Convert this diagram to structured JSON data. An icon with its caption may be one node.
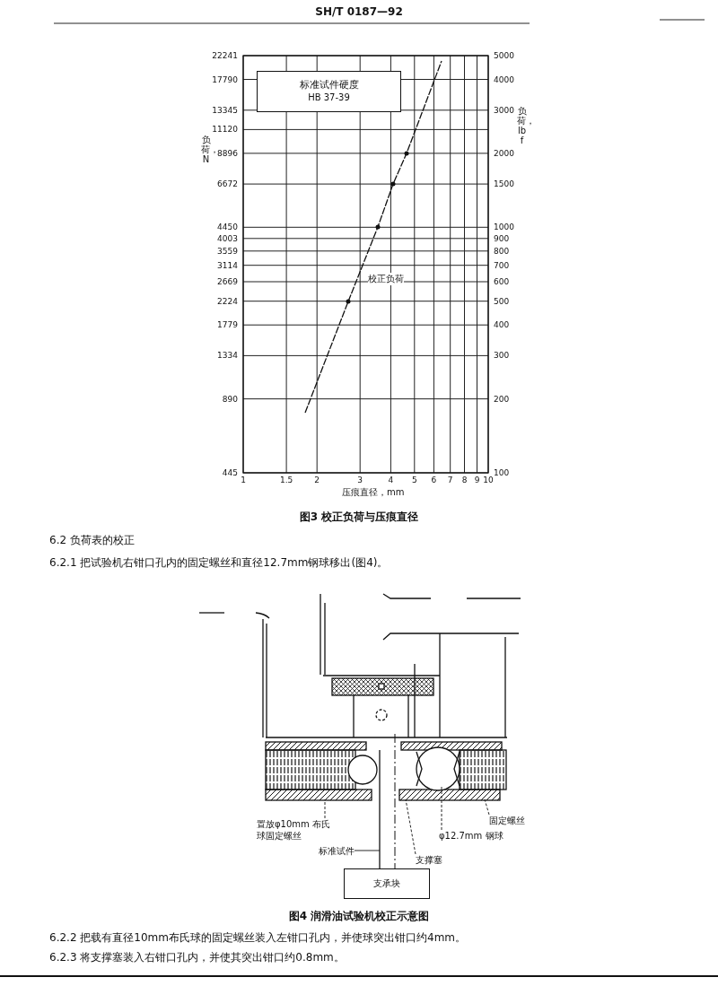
{
  "diagram": {
    "nodes": [
      {
        "text": [
          "标准试件硬度",
          "HB 37-39"
        ]
      },
      {
        "text": [
          "置放φ10mm 布氏球固定螺丝"
        ]
      },
      {
        "text": [
          "标准试件"
        ]
      },
      {
        "text": [
          "支撑塞"
        ]
      },
      {
        "text": [
          "φ12.7mm 钢球"
        ]
      },
      {
        "text": [
          "固定螺丝"
        ]
      },
      {
        "text": [
          "支承块"
        ]
      }
    ],
    "edges": [
      {
        "from": 1,
        "to": null,
        "arrow": "none",
        "style": "dashed"
      },
      {
        "from": 2,
        "to": null,
        "arrow": "none"
      },
      {
        "from": 3,
        "to": null,
        "arrow": "none",
        "style": "dashed"
      },
      {
        "from": 4,
        "to": null,
        "arrow": "none",
        "style": "dashed"
      },
      {
        "from": 5,
        "to": null,
        "arrow": "none",
        "style": "dashed"
      }
    ],
    "labels": [
      "SH/T 0187—92",
      "负荷，N",
      "负荷，lbf",
      "22241",
      "17790",
      "13345",
      "11120",
      "8896",
      "6672",
      "4450",
      "4003",
      "3559",
      "3114",
      "2669",
      "2224",
      "1779",
      "1334",
      "890",
      "445",
      "5000",
      "4000",
      "3000",
      "2000",
      "1500",
      "1000",
      "900",
      "800",
      "700",
      "600",
      "500",
      "400",
      "300",
      "200",
      "100",
      "校正负荷",
      "1",
      "1.5",
      "2",
      "3",
      "4",
      "5",
      "6",
      "7",
      "8",
      "9",
      "10",
      "压痕直径，mm",
      "图3 校正负荷与压痕直径",
      "6.2 负荷表的校正",
      "6.2.1 把试验机右钳口孔内的固定螺丝和直径12.7mm钢球移出(图4)。",
      "图4 润滑油试验机校正示意图",
      "6.2.2 把载有直径10mm布氏球的固定螺丝装入左钳口孔内，并使球突出钳口约4mm。",
      "6.2.3 将支撑塞装入右钳口孔内，并使其突出钳口约0.8mm。"
    ]
  }
}
